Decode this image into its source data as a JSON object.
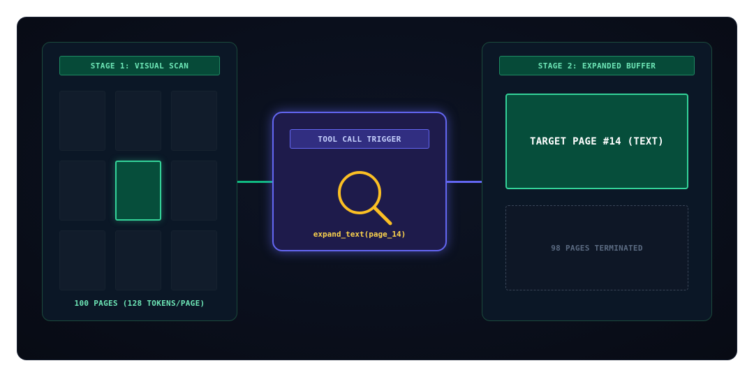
{
  "stage1": {
    "header": "STAGE 1: VISUAL SCAN",
    "caption": "100 PAGES (128 TOKENS/PAGE)"
  },
  "tool": {
    "header": "TOOL CALL TRIGGER",
    "caption": "expand_text(page_14)",
    "icon": "magnifier-icon"
  },
  "stage2": {
    "header": "STAGE 2: EXPANDED BUFFER",
    "target": "TARGET PAGE #14 (TEXT)",
    "terminated": "98 PAGES TERMINATED"
  },
  "colors": {
    "stage_accent": "#34d399",
    "tool_accent": "#6366f1",
    "magnifier": "#fbbf24"
  }
}
